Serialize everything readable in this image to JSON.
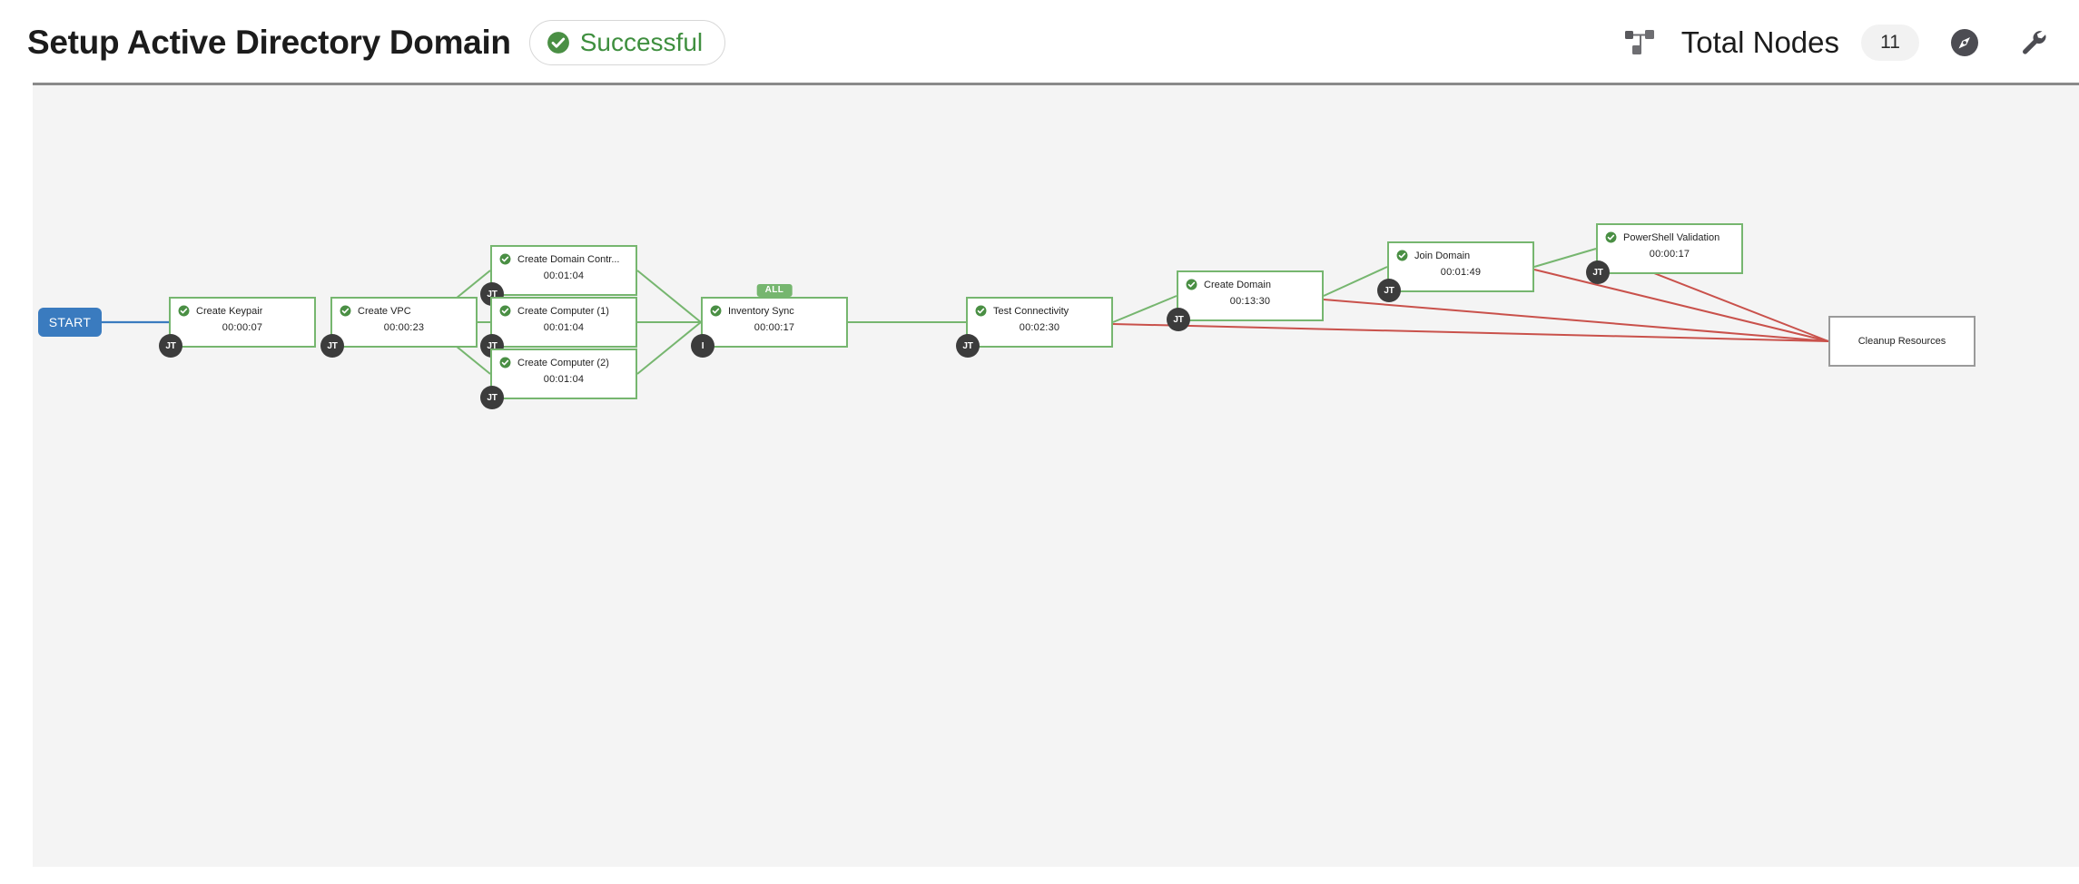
{
  "header": {
    "title": "Setup Active Directory Domain",
    "status": {
      "label": "Successful",
      "icon": "check-circle-icon",
      "color": "#3f8f3f"
    },
    "sitemap_icon": "sitemap-icon",
    "total_nodes_label": "Total Nodes",
    "total_nodes_count": "11",
    "compass_icon": "compass-icon",
    "wrench_icon": "wrench-icon"
  },
  "canvas": {
    "start": {
      "label": "START"
    },
    "nodes": [
      {
        "title": "Create Keypair",
        "duration": "00:00:07",
        "badge": "JT",
        "status": "success"
      },
      {
        "title": "Create VPC",
        "duration": "00:00:23",
        "badge": "JT",
        "status": "success"
      },
      {
        "title": "Create Domain Contr...",
        "duration": "00:01:04",
        "badge": "JT",
        "status": "success"
      },
      {
        "title": "Create Computer (1)",
        "duration": "00:01:04",
        "badge": "JT",
        "status": "success"
      },
      {
        "title": "Create Computer (2)",
        "duration": "00:01:04",
        "badge": "JT",
        "status": "success"
      },
      {
        "title": "Inventory Sync",
        "duration": "00:00:17",
        "badge": "I",
        "status": "success",
        "tag": "ALL"
      },
      {
        "title": "Test Connectivity",
        "duration": "00:02:30",
        "badge": "JT",
        "status": "success"
      },
      {
        "title": "Create Domain",
        "duration": "00:13:30",
        "badge": "JT",
        "status": "success"
      },
      {
        "title": "Join Domain",
        "duration": "00:01:49",
        "badge": "JT",
        "status": "success"
      },
      {
        "title": "PowerShell Validation",
        "duration": "00:00:17",
        "badge": "JT",
        "status": "success"
      },
      {
        "title": "Cleanup Resources",
        "duration": "",
        "badge": "",
        "status": "pending"
      }
    ],
    "colors": {
      "success_edge": "#76b66f",
      "failure_edge": "#c9514b",
      "start_edge": "#3a7bbf",
      "node_border_success": "#76b66f",
      "node_border_pending": "#9a9a9a",
      "canvas_bg": "#f4f4f4"
    }
  }
}
